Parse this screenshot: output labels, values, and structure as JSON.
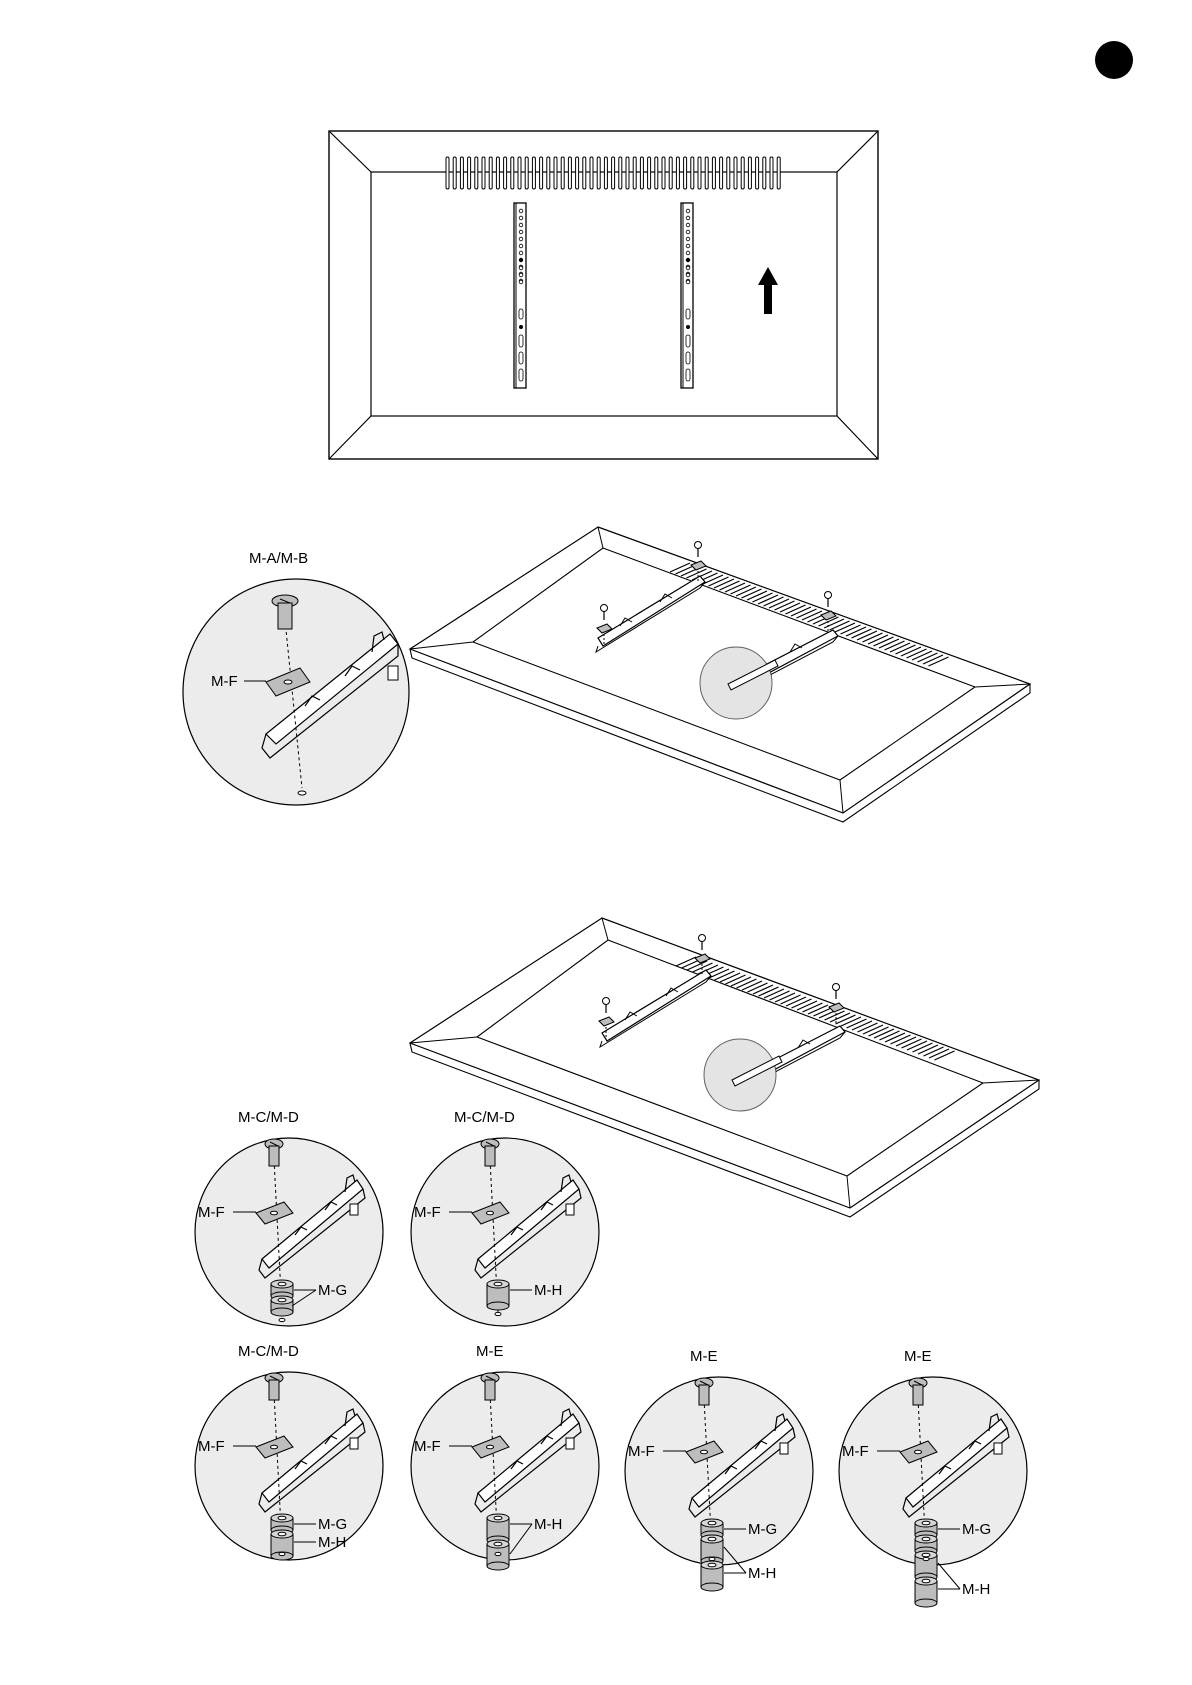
{
  "colors": {
    "ink": "#000000",
    "detail_fill": "#ececec",
    "part_fill": "#bdbdbd",
    "paper": "#ffffff"
  },
  "step_badge": {
    "icon": "filled-circle-icon"
  },
  "figure1": {
    "icon": "arrow-up-icon"
  },
  "figure2": {
    "callouts": {
      "screw": "M-A/M-B",
      "washer": "M-F"
    }
  },
  "figure3": {
    "details": [
      {
        "screw": "M-C/M-D",
        "washer": "M-F",
        "spacer_a": "M-G",
        "spacer_b": ""
      },
      {
        "screw": "M-C/M-D",
        "washer": "M-F",
        "spacer_a": "M-H",
        "spacer_b": ""
      },
      {
        "screw": "M-C/M-D",
        "washer": "M-F",
        "spacer_a": "M-G",
        "spacer_b": "M-H"
      },
      {
        "screw": "M-E",
        "washer": "M-F",
        "spacer_a": "M-H",
        "spacer_b": ""
      },
      {
        "screw": "M-E",
        "washer": "M-F",
        "spacer_a": "M-G",
        "spacer_b": "M-H"
      },
      {
        "screw": "M-E",
        "washer": "M-F",
        "spacer_a": "M-G",
        "spacer_b": "M-H"
      }
    ]
  }
}
